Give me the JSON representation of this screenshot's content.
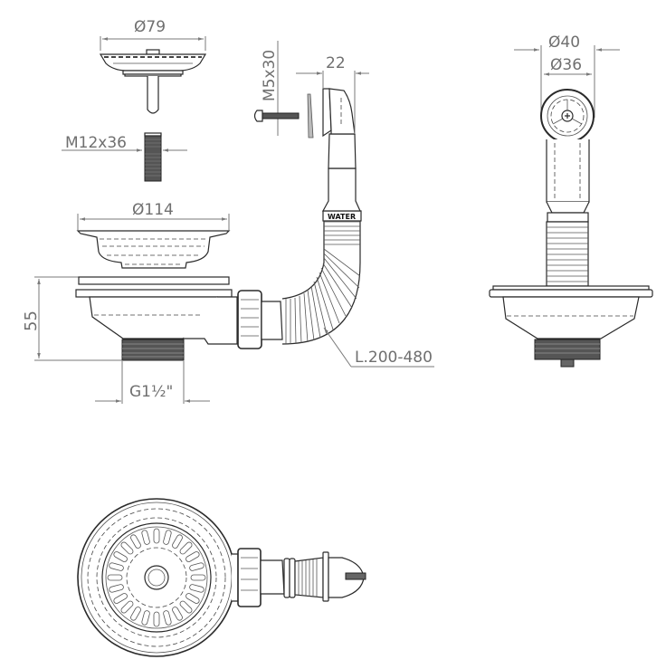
{
  "drawing": {
    "subject": "Sink strainer waste with overflow",
    "views": [
      "strainer-plug",
      "screw",
      "strainer-basket",
      "side-section",
      "overflow-assembly",
      "front-view",
      "top-view"
    ]
  },
  "dimensions": {
    "plug_diameter": "Ø79",
    "screw_size": "M12x36",
    "basket_diameter": "Ø114",
    "body_height": "55",
    "thread_size": "G1½\"",
    "overflow_screw": "M5x30",
    "overflow_depth": "22",
    "hose_length": "L.200-480",
    "overflow_outer_diameter": "Ø40",
    "overflow_inner_diameter": "Ø36"
  },
  "labels": {
    "hose_marking": "WATER"
  },
  "colors": {
    "line": "#2a2a2a",
    "dimension": "#7a7a7a",
    "background": "#ffffff"
  }
}
